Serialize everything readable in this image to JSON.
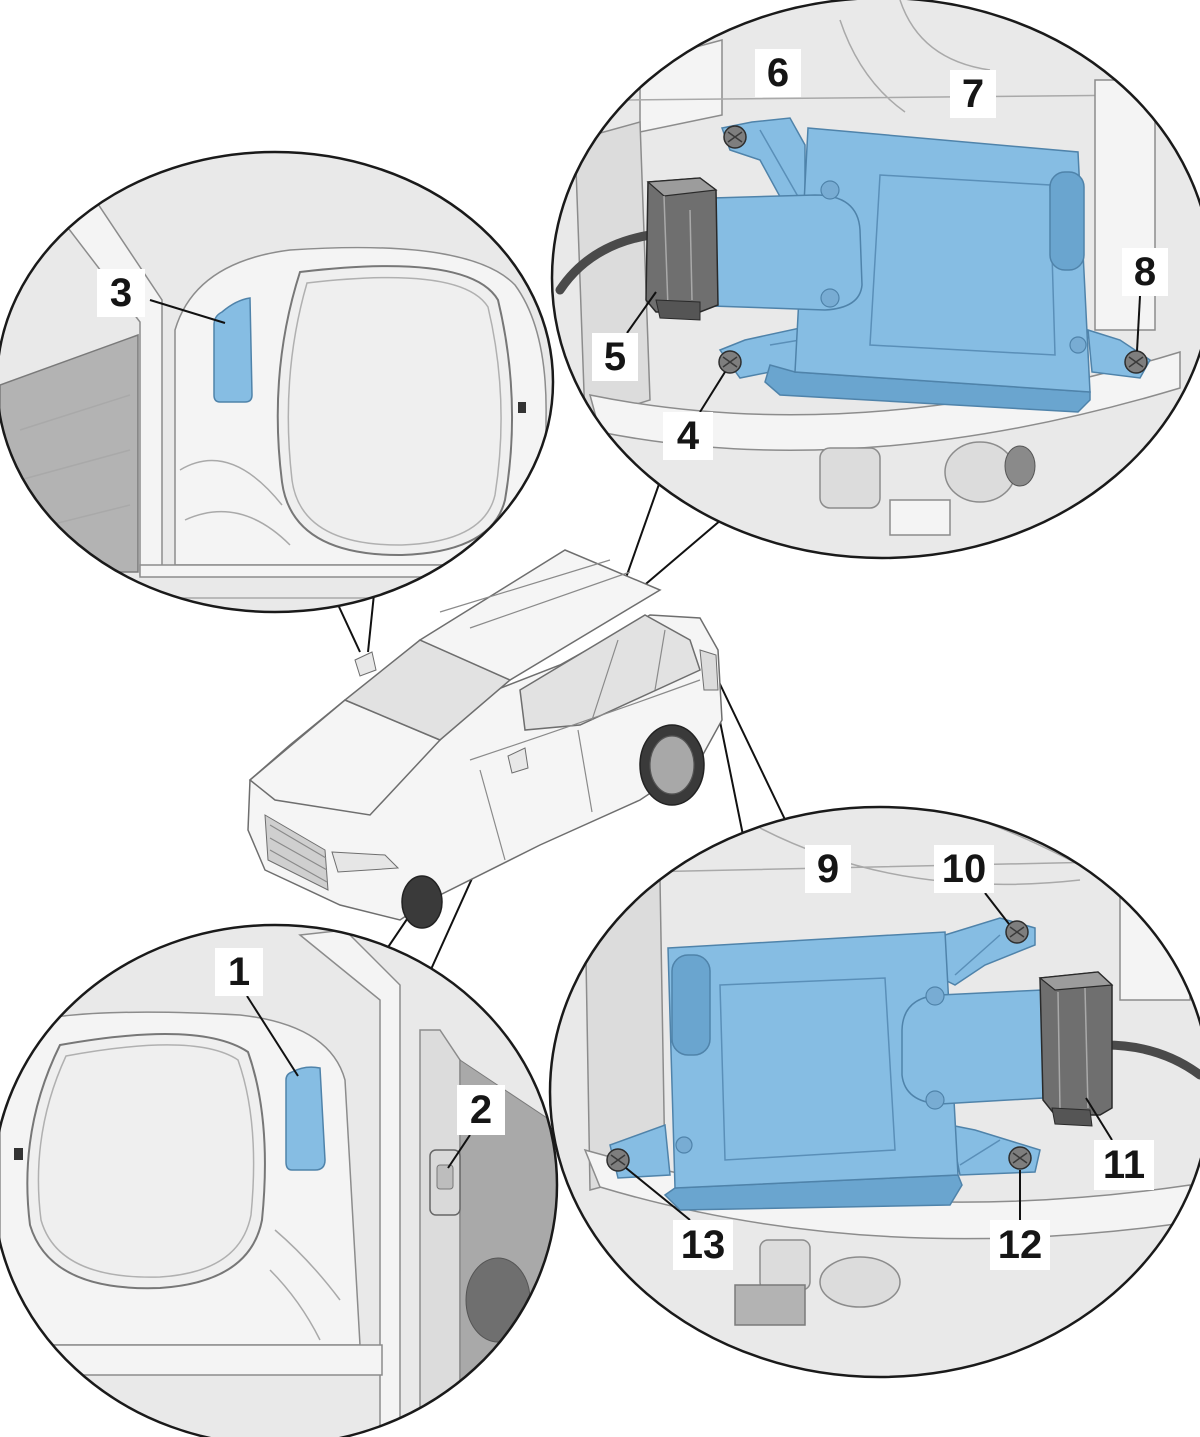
{
  "callouts": [
    "1",
    "2",
    "3",
    "4",
    "5",
    "6",
    "7",
    "8",
    "9",
    "10",
    "11",
    "12",
    "13"
  ],
  "colors": {
    "component_blue": "#86bde3",
    "component_blue_dark": "#6aa5cf",
    "connector_gray": "#6f6f6f",
    "detail_background": "#e9e9e9",
    "label_background": "#ffffff",
    "outline": "#1a1a1a"
  }
}
